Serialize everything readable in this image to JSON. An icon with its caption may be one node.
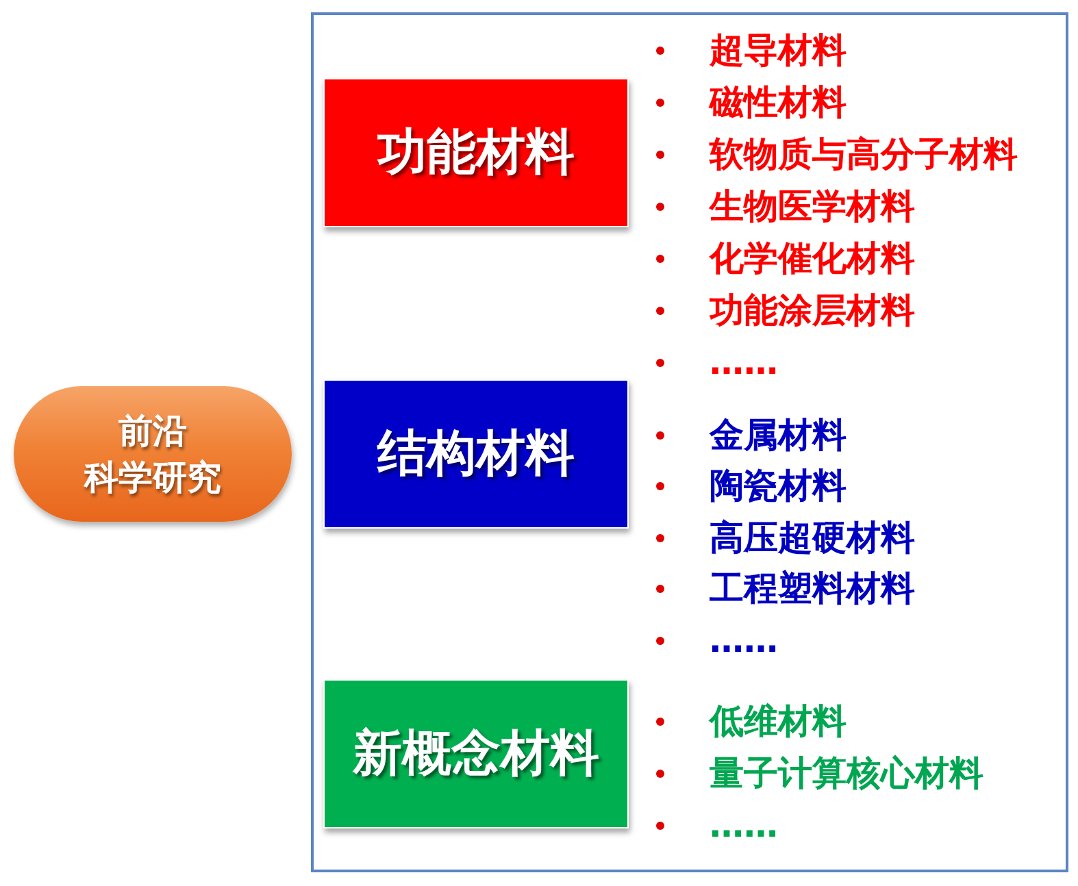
{
  "diagram": {
    "nodes": [
      {
        "text": [
          "前沿科学研究"
        ]
      },
      {
        "text": [],
        "shape": "box"
      },
      {
        "text": [
          "功能材料"
        ],
        "in": 1,
        "beside": [
          "超导材料",
          "磁性材料",
          "软物质与高分子材料",
          "生物医学材料",
          "化学催化材料",
          "功能涂层材料",
          "……"
        ]
      },
      {
        "text": [
          "结构材料"
        ],
        "in": 1,
        "beside": [
          "金属材料",
          "陶瓷材料",
          "高压超硬材料",
          "工程塑料材料",
          "……"
        ]
      },
      {
        "text": [
          "新概念材料"
        ],
        "in": 1,
        "beside": [
          "低维材料",
          "量子计算核心材料",
          "……"
        ]
      }
    ]
  }
}
